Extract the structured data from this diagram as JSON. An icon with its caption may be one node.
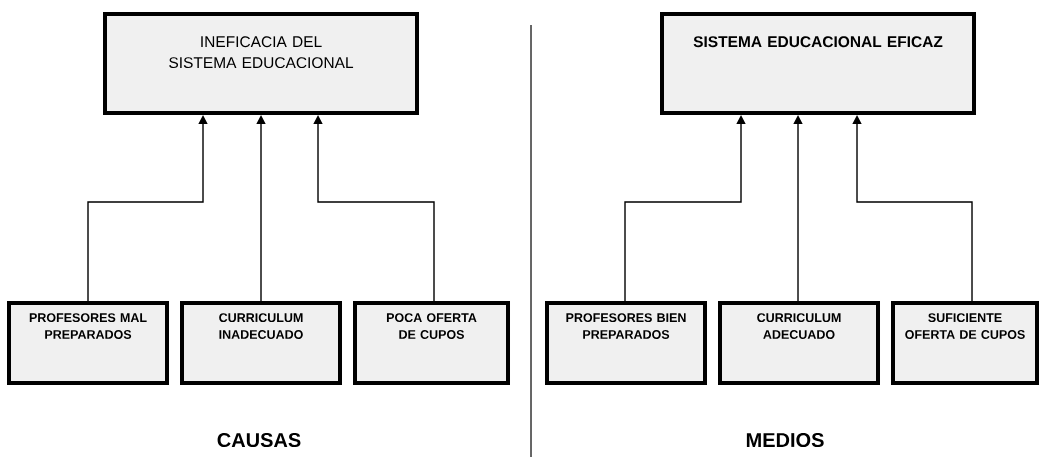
{
  "diagram": {
    "nodes": [
      {
        "text": [
          "INEFICACIA DEL SISTEMA EDUCACIONAL"
        ]
      },
      {
        "text": [
          "PROFESORES MAL PREPARADOS"
        ]
      },
      {
        "text": [
          "CURRICULUM INADECUADO"
        ]
      },
      {
        "text": [
          "POCA OFERTA DE CUPOS"
        ]
      },
      {
        "text": [
          "SISTEMA EDUCACIONAL EFICAZ"
        ]
      },
      {
        "text": [
          "PROFESORES BIEN PREPARADOS"
        ]
      },
      {
        "text": [
          "CURRICULUM ADECUADO"
        ]
      },
      {
        "text": [
          "SUFICIENTE OFERTA DE CUPOS"
        ]
      }
    ],
    "edges": [
      {
        "from": 1,
        "to": 0,
        "arrow": "to"
      },
      {
        "from": 2,
        "to": 0,
        "arrow": "to"
      },
      {
        "from": 3,
        "to": 0,
        "arrow": "to"
      },
      {
        "from": 5,
        "to": 4,
        "arrow": "to"
      },
      {
        "from": 6,
        "to": 4,
        "arrow": "to"
      },
      {
        "from": 7,
        "to": 4,
        "arrow": "to"
      }
    ],
    "labels": [
      "CAUSAS",
      "MEDIOS"
    ]
  }
}
